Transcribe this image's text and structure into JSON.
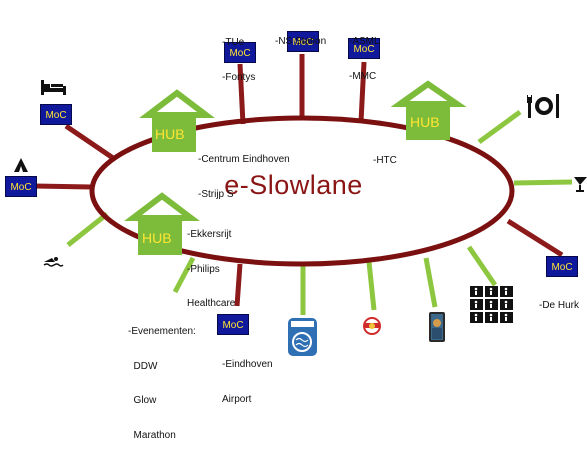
{
  "title": "e-Slowlane",
  "colors": {
    "ring": "#7b1010",
    "spoke_red": "#8c1a1a",
    "spoke_green": "#8dc63f",
    "hub_green": "#7dbc3b",
    "hub_text": "#ffe533",
    "moc_bg": "#10199c",
    "moc_text": "#ffe533"
  },
  "moc_label": "MoC",
  "hub_label": "HUB",
  "hubs": [
    {
      "id": "west",
      "lines": [
        "-Centrum Eindhoven",
        "-Strijp S"
      ]
    },
    {
      "id": "east",
      "lines": [
        "-HTC"
      ]
    },
    {
      "id": "south",
      "lines": [
        "-Ekkersrijt",
        "-Philips",
        "Healthcare"
      ]
    }
  ],
  "stations": [
    {
      "id": "tue",
      "lines": [
        "-TUe",
        "-Fontys"
      ]
    },
    {
      "id": "ns",
      "lines": [
        "-NS Station"
      ]
    },
    {
      "id": "asml",
      "lines": [
        "-ASML",
        "-MMC"
      ]
    },
    {
      "id": "dehurk",
      "lines": [
        "-De Hurk"
      ]
    },
    {
      "id": "airport",
      "lines": [
        "-Eindhoven",
        "Airport"
      ]
    }
  ],
  "events": {
    "lines": [
      "-Evenementen:",
      "  DDW",
      "  Glow",
      "  Marathon"
    ]
  },
  "icons": [
    "bed-icon",
    "camping-tent-icon",
    "swimming-icon",
    "restaurant-icon",
    "cocktail-bar-icon",
    "philips-logo-icon",
    "psv-logo-icon",
    "van-gogh-portrait-icon",
    "activities-grid-icon"
  ]
}
